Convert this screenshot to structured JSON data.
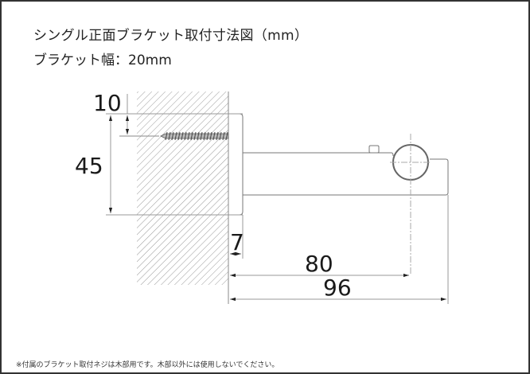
{
  "header": {
    "title": "シングル正面ブラケット取付寸法図（mm）",
    "subtitle": "ブラケット幅：20mm"
  },
  "dimensions": {
    "screw_offset": "10",
    "plate_height": "45",
    "plate_thickness": "7",
    "rod_center_distance": "80",
    "total_depth": "96"
  },
  "footer": {
    "note": "※付属のブラケット取付ネジは木部用です。木部以外には使用しないでください。"
  },
  "colors": {
    "frame": "#333333",
    "line": "#888888",
    "text": "#222222"
  }
}
